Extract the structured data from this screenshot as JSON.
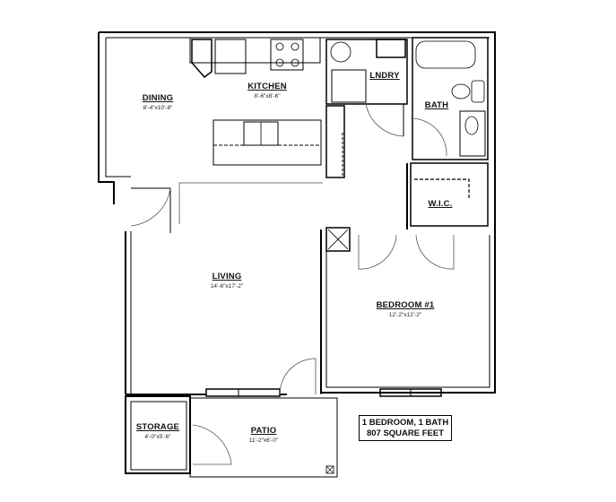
{
  "plan": {
    "colors": {
      "wall": "#000000",
      "fixture": "#333333",
      "background": "#ffffff"
    },
    "rooms": [
      {
        "id": "dining",
        "name": "DINING",
        "dims": "8'-4\"x10'-8\""
      },
      {
        "id": "kitchen",
        "name": "KITCHEN",
        "dims": "8'-6\"x8'-6\""
      },
      {
        "id": "laundry",
        "name": "LNDRY",
        "dims": ""
      },
      {
        "id": "bath",
        "name": "BATH",
        "dims": ""
      },
      {
        "id": "wic",
        "name": "W.I.C.",
        "dims": ""
      },
      {
        "id": "living",
        "name": "LIVING",
        "dims": "14'-6\"x17'-2\""
      },
      {
        "id": "bedroom",
        "name": "BEDROOM #1",
        "dims": "12'-2\"x12'-2\""
      },
      {
        "id": "storage",
        "name": "STORAGE",
        "dims": "4'-0\"x5'-6\""
      },
      {
        "id": "patio",
        "name": "PATIO",
        "dims": "11'-2\"x6'-0\""
      }
    ],
    "summary": {
      "line1": "1 BEDROOM, 1 BATH",
      "line2": "807 SQUARE FEET"
    }
  }
}
